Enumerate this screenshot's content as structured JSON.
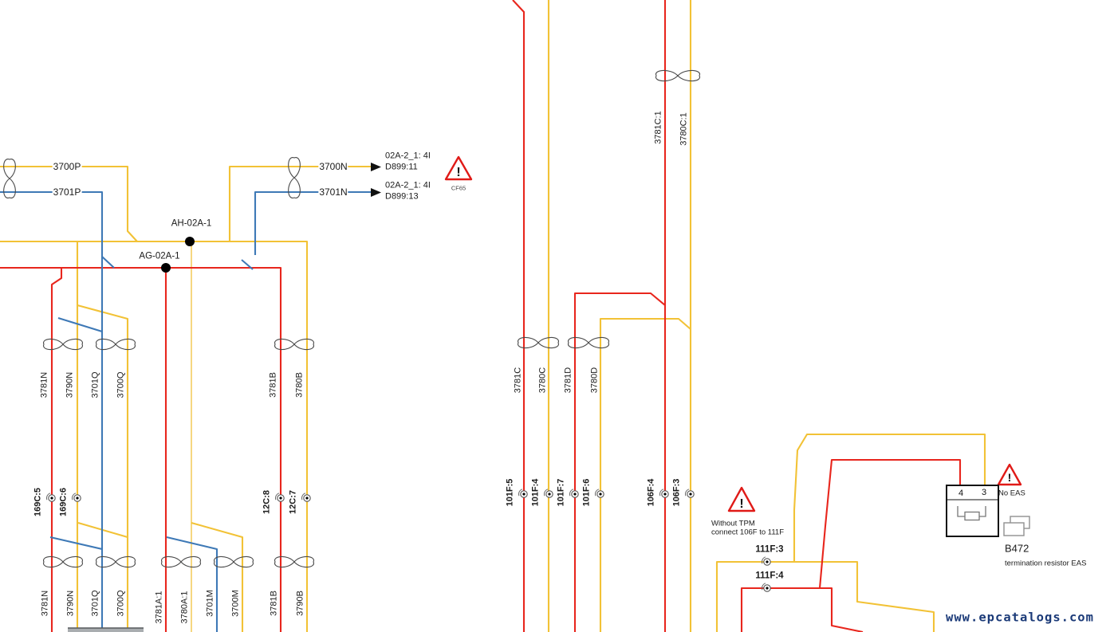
{
  "colors": {
    "wire_yellow": "#F2C236",
    "wire_yellow_pale": "#F4D06A",
    "wire_red": "#E8261D",
    "wire_blue": "#3E79B6",
    "warning_red": "#E01A17",
    "watermark_blue": "#1B3A78",
    "outline_gray": "#4A4A4A",
    "device_gray": "#909090",
    "text_black": "#1A1A1A"
  },
  "junction_labels": [
    "AH-02A-1",
    "AG-02A-1"
  ],
  "wire_names": {
    "horizontal": [
      "3700P",
      "3701P",
      "3700N",
      "3701N"
    ],
    "upper_left": [
      "3781N",
      "3790N",
      "3701Q",
      "3700Q",
      "3781B",
      "3780B"
    ],
    "middle": [
      "3781C:1",
      "3780C:1",
      "3781C",
      "3780C",
      "3781D",
      "3780D"
    ],
    "bottom": [
      "3781N",
      "3790N",
      "3701Q",
      "3700Q",
      "3781A:1",
      "3780A:1",
      "3701M",
      "3700M",
      "3781B",
      "3790B"
    ]
  },
  "pins": {
    "left": [
      "169C:5",
      "169C:6",
      "12C:8",
      "12C:7"
    ],
    "middle": [
      "101F:5",
      "101F:4",
      "101F:7",
      "101F:6",
      "106F:4",
      "106F:3"
    ],
    "right": [
      "111F:3",
      "111F:4"
    ]
  },
  "arrow_targets": [
    {
      "line1": "02A-2_1: 4I",
      "line2": "D899:11"
    },
    {
      "line1": "02A-2_1: 4I",
      "line2": "D899:13"
    }
  ],
  "warnings": {
    "glyph": "!",
    "cf65": {
      "caption": "CF65"
    },
    "tpm": {
      "line1": "Without TPM",
      "line2": "connect 106F to 111F"
    },
    "no_eas": {
      "caption": "No EAS"
    }
  },
  "device": {
    "code": "B472",
    "description": "termination resistor EAS",
    "connector_pins": [
      "4",
      "3"
    ]
  },
  "watermark": {
    "text": "www.epcatalogs.com"
  }
}
